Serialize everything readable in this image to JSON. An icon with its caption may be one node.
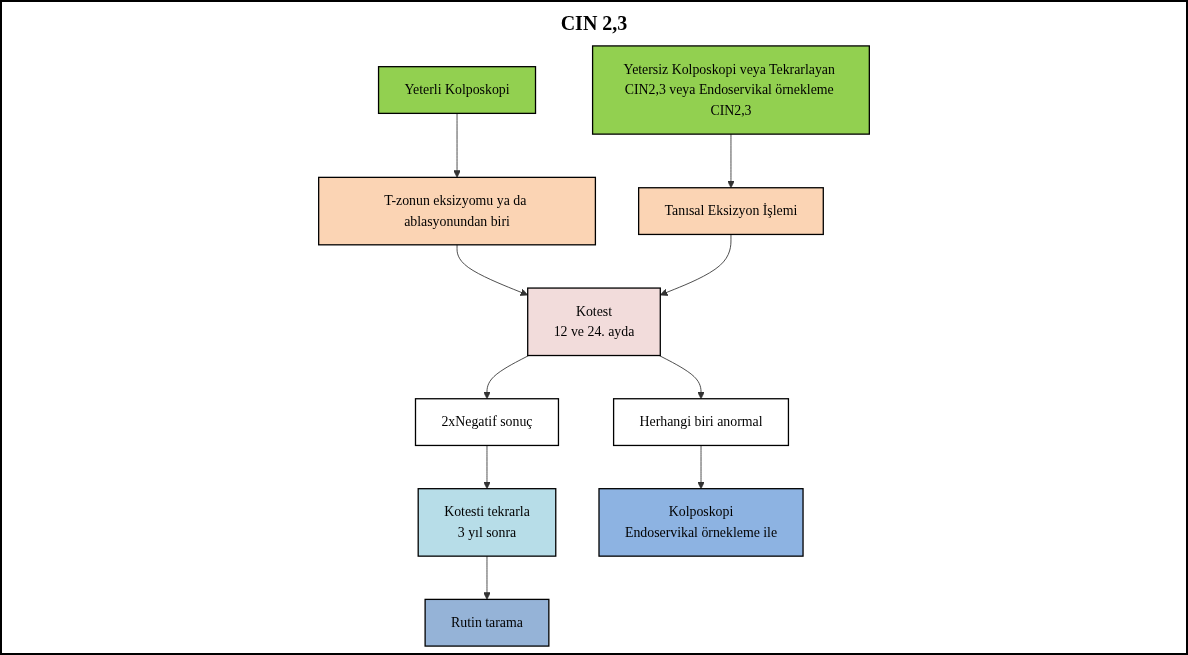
{
  "diagram": {
    "title": "CIN 2,3",
    "nodes": [
      {
        "text": [
          "Yeterli Kolposkopi"
        ]
      },
      {
        "text": [
          "Yetersiz Kolposkopi veya Tekrarlayan CIN2,3 veya Endoservikal örnekleme CIN2,3"
        ]
      },
      {
        "text": [
          "T-zonun eksizyomu ya da ablasyonundan biri"
        ]
      },
      {
        "text": [
          "Kotest",
          "12 ve 24. ayda"
        ]
      },
      {
        "text": [
          "Tanısal Eksizyon İşlemi"
        ]
      },
      {
        "text": [
          "2xNegatif sonuç"
        ]
      },
      {
        "text": [
          "Herhangi biri anormal"
        ]
      },
      {
        "text": [
          "Kotesti tekrarla",
          "3 yıl sonra"
        ]
      },
      {
        "text": [
          "Kolposkopi",
          "Endoservikal örnekleme ile"
        ]
      },
      {
        "text": [
          "Rutin tarama"
        ]
      }
    ],
    "edges": [
      {
        "from": 0,
        "to": 2,
        "arrow": "to"
      },
      {
        "from": 1,
        "to": 4,
        "arrow": "to"
      },
      {
        "from": 2,
        "to": 3,
        "arrow": "to"
      },
      {
        "from": 4,
        "to": 3,
        "arrow": "to"
      },
      {
        "from": 3,
        "to": 5,
        "arrow": "to"
      },
      {
        "from": 3,
        "to": 6,
        "arrow": "to"
      },
      {
        "from": 5,
        "to": 7,
        "arrow": "to"
      },
      {
        "from": 6,
        "to": 8,
        "arrow": "to"
      },
      {
        "from": 7,
        "to": 9,
        "arrow": "to"
      }
    ]
  }
}
